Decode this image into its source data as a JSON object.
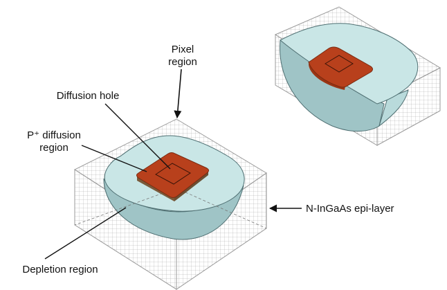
{
  "labels": {
    "pixel_line1": "Pixel",
    "pixel_line2": "region",
    "diffusion_hole": "Diffusion hole",
    "p_diffusion_line1": "P⁺ diffusion",
    "p_diffusion_line2": "region",
    "epi_layer": "N-InGaAs epi-layer",
    "depletion": "Depletion region"
  },
  "colors": {
    "depletion_fill": "#c9e6e6",
    "depletion_dark": "#9fc4c6",
    "p_diffusion": "#b8401c",
    "p_diffusion_edge": "#7a5a3a",
    "mesh": "#8c8c8c",
    "box_edge": "#9a9a9a",
    "text": "#111111"
  }
}
